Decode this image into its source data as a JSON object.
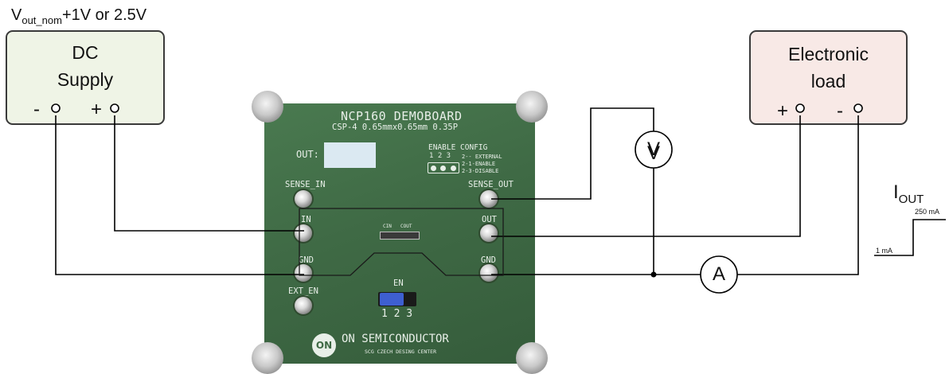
{
  "vin_label": {
    "v": "V",
    "sub": "out_nom",
    "rest": "+1V or 2.5V"
  },
  "dc_supply": {
    "title_line1": "DC",
    "title_line2": "Supply",
    "minus": "-",
    "plus": "+"
  },
  "electronic_load": {
    "title_line1": "Electronic",
    "title_line2": "load",
    "plus": "+",
    "minus": "-"
  },
  "voltmeter": {
    "label": "V"
  },
  "ammeter": {
    "label": "A"
  },
  "board": {
    "title": "NCP160 DEMOBOARD",
    "subtitle": "CSP-4 0.65mmx0.65mm 0.35P",
    "out_label": "OUT:",
    "enable_config": {
      "title": "ENABLE CONFIG",
      "numbers": "1 2 3",
      "opt1": "2-- EXTERNAL",
      "opt2": "2-1-ENABLE",
      "opt3": "2-3-DISABLE"
    },
    "sense_in": "SENSE_IN",
    "sense_out": "SENSE_OUT",
    "in_label": "IN",
    "out_pin": "OUT",
    "gnd_left": "GND",
    "gnd_right": "GND",
    "ext_en": "EXT_EN",
    "cin": "CIN",
    "cout": "COUT",
    "en": "EN",
    "en_numbers": "1 2 3",
    "logo": "ON",
    "maker": "ON SEMICONDUCTOR",
    "center": "SCG CZECH DESING CENTER",
    "colors": {
      "pcb": "#3f6a45",
      "pcb_dark": "#2f5234",
      "silk": "#e8efe8",
      "jumper": "#3e5fd0"
    }
  },
  "iout": {
    "label": "I",
    "sub": "OUT",
    "high": "250 mA",
    "low": "1 mA"
  },
  "colors": {
    "supply_fill": "#eff4e6",
    "load_fill": "#f8e9e6",
    "wire": "#000000"
  }
}
